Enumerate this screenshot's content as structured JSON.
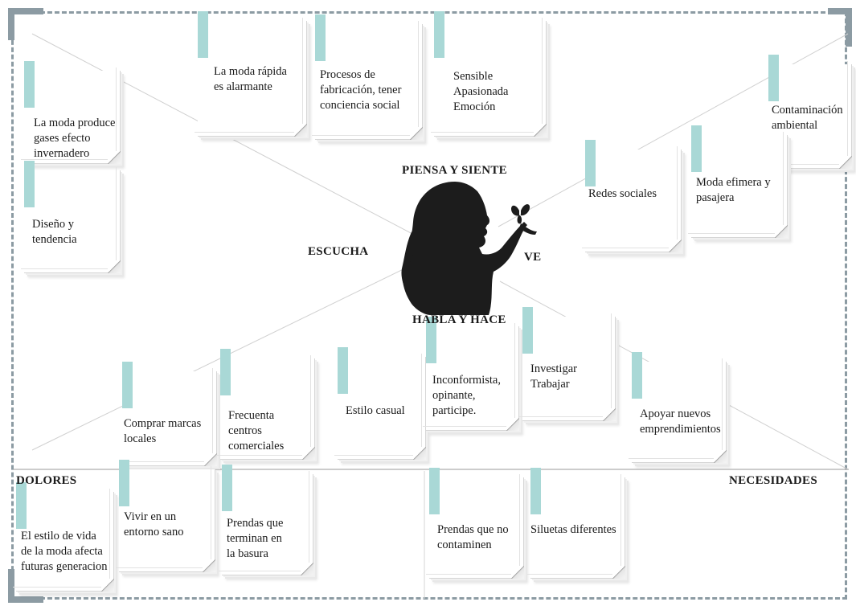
{
  "colors": {
    "tape": "#a9d8d6",
    "frame": "#8c9ba3",
    "silhouette": "#1c1c1c"
  },
  "center": {
    "top_label": "PIENSA Y SIENTE",
    "left_label": "ESCUCHA",
    "right_label": "VE",
    "bottom_label": "HABLA Y HACE",
    "icon": "woman-silhouette-with-butterfly"
  },
  "bottom": {
    "pains_label": "DOLORES",
    "needs_label": "NECESIDADES"
  },
  "notes": {
    "piensa": [
      "La moda rápida\nes alarmante",
      "Procesos de\nfabricación, tener\nconciencia social",
      "Sensible\nApasionada\nEmoción"
    ],
    "escucha": [
      "La moda produce\ngases efecto\ninvernadero",
      "Diseño y\ntendencia"
    ],
    "ve": [
      "Contaminación\nambiental",
      "Redes sociales",
      "Moda efimera y\npasajera"
    ],
    "habla": [
      "Comprar marcas\nlocales",
      "Frecuenta\ncentros comerciales",
      "Estilo casual",
      "Inconformista,\nopinante,\nparticipe.",
      "Investigar\nTrabajar",
      "Apoyar nuevos\nemprendimientos"
    ],
    "dolores": [
      "El estilo de vida\nde la moda afecta\nfuturas generacion",
      "Vivir en un\nentorno sano",
      "Prendas que\nterminan en\nla basura"
    ],
    "necesidades": [
      "Prendas que no\ncontaminen",
      "Siluetas diferentes"
    ]
  }
}
